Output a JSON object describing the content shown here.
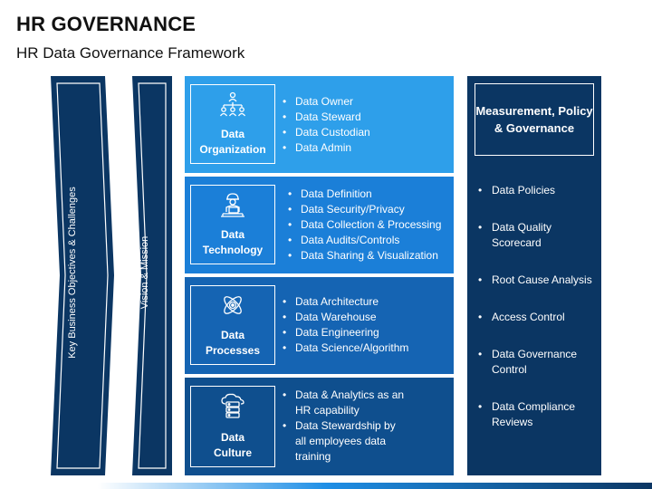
{
  "header": {
    "title": "HR GOVERNANCE",
    "subtitle": "HR Data Governance Framework"
  },
  "left": {
    "chevron_1_label": "Key Business Objectives & Challenges",
    "chevron_2_label": "Vision & Mission"
  },
  "rows": [
    {
      "icon": "org-chart-icon",
      "label_line1": "Data",
      "label_line2": "Organization",
      "color": "#2e9fea",
      "items": [
        "Data Owner",
        "Data Steward",
        "Data Custodian",
        "Data Admin"
      ]
    },
    {
      "icon": "engineer-laptop-icon",
      "label_line1": "Data",
      "label_line2": "Technology",
      "color": "#1b7fd8",
      "items": [
        "Data Definition",
        "Data Security/Privacy",
        "Data Collection & Processing",
        "Data Audits/Controls",
        "Data Sharing & Visualization"
      ]
    },
    {
      "icon": "atom-gear-icon",
      "label_line1": "Data",
      "label_line2": "Processes",
      "color": "#1564b3",
      "items": [
        "Data Architecture",
        "Data Warehouse",
        "Data Engineering",
        "Data Science/Algorithm"
      ]
    },
    {
      "icon": "cloud-server-icon",
      "label_line1": "Data",
      "label_line2": "Culture",
      "color": "#0f4f8e",
      "items": [
        "Data & Analytics as an HR capability",
        "Data Stewardship by all employees data training"
      ]
    }
  ],
  "right": {
    "title": "Measurement, Policy & Governance",
    "color": "#0b3663",
    "items": [
      "Data Policies",
      "Data Quality Scorecard",
      "Root Cause Analysis",
      "Access Control",
      "Data Governance Control",
      "Data Compliance Reviews"
    ]
  },
  "colors": {
    "chevron": "#0b3663",
    "chevron_inner_line": "#ffffff"
  }
}
